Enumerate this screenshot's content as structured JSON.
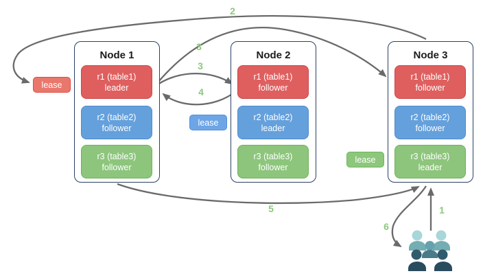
{
  "diagram": {
    "description": "Three-node replication diagram with leaseholders and numbered request flow",
    "nodes": [
      {
        "title": "Node 1",
        "replicas": [
          {
            "name": "r1 (table1)",
            "role": "leader",
            "color": "red"
          },
          {
            "name": "r2 (table2)",
            "role": "follower",
            "color": "blue"
          },
          {
            "name": "r3 (table3)",
            "role": "follower",
            "color": "green"
          }
        ]
      },
      {
        "title": "Node 2",
        "replicas": [
          {
            "name": "r1 (table1)",
            "role": "follower",
            "color": "red"
          },
          {
            "name": "r2 (table2)",
            "role": "leader",
            "color": "blue"
          },
          {
            "name": "r3 (table3)",
            "role": "follower",
            "color": "green"
          }
        ]
      },
      {
        "title": "Node 3",
        "replicas": [
          {
            "name": "r1 (table1)",
            "role": "follower",
            "color": "red"
          },
          {
            "name": "r2 (table2)",
            "role": "follower",
            "color": "blue"
          },
          {
            "name": "r3 (table3)",
            "role": "leader",
            "color": "green"
          }
        ]
      }
    ],
    "leases": [
      {
        "label": "lease",
        "color": "#e04b41",
        "attached_to": "r1 leader (Node 1)"
      },
      {
        "label": "lease",
        "color": "#5190da",
        "attached_to": "r2 leader (Node 2)"
      },
      {
        "label": "lease",
        "color": "#70b55a",
        "attached_to": "r3 leader (Node 3)"
      }
    ],
    "steps": {
      "s1": "1",
      "s2": "2",
      "s3a": "3",
      "s3b": "3",
      "s4": "4",
      "s5": "5",
      "s6": "6"
    },
    "icons": {
      "users": "users-group-icon"
    },
    "colors": {
      "replica_red": "#df5f5f",
      "replica_blue": "#64a0dc",
      "replica_green": "#8dc57c",
      "node_border": "#2a3f63",
      "arrow": "#6a6a6a",
      "step_number": "#8dc87e",
      "users_light": "#a9d6d9",
      "users_mid": "#74aeb3",
      "users_dark": "#294c5e"
    }
  }
}
